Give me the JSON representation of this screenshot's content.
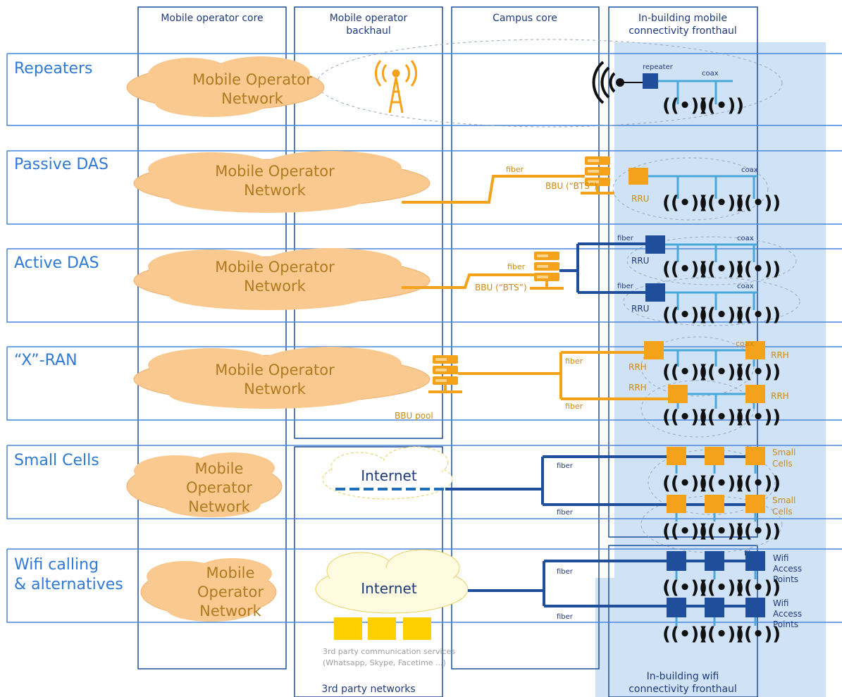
{
  "columns": {
    "mobile_core": [
      "Mobile operator core"
    ],
    "backhaul": [
      "Mobile operator",
      "backhaul"
    ],
    "campus": [
      "Campus core"
    ],
    "fronthaul": [
      "In-building mobile",
      "connectivity fronthaul"
    ],
    "third_party": [
      "3rd party networks"
    ],
    "wifi_fronthaul": [
      "In-building wifi",
      "connectivity fronthaul"
    ]
  },
  "rows": {
    "repeaters": [
      "Repeaters"
    ],
    "passive_das": [
      "Passive DAS"
    ],
    "active_das": [
      "Active DAS"
    ],
    "xran": [
      "“X”-RAN"
    ],
    "small_cells": [
      "Small Cells"
    ],
    "wifi": [
      "Wifi calling",
      "& alternatives"
    ]
  },
  "clouds": {
    "mon_two_line": [
      "Mobile Operator",
      "Network"
    ],
    "mon_three_line": [
      "Mobile",
      "Operator",
      "Network"
    ],
    "internet": "Internet"
  },
  "labels": {
    "repeater": "repeater",
    "coax": "coax",
    "fiber": "fiber",
    "bbu_bts": "BBU (“BTS”)",
    "rru": "RRU",
    "rrh": "RRH",
    "bbu_pool": "BBU pool",
    "small_cells": [
      "Small",
      "Cells"
    ],
    "wifi_ap": [
      "Wifi",
      "Access",
      "Points"
    ],
    "third_party_services": [
      "3rd party communication services",
      "(Whatsapp, Skype, Facetime ...)"
    ],
    "wave_glyph": "((•))"
  },
  "colors": {
    "orange": "#f5a21b",
    "blue_dark": "#1f4e9a",
    "blue_light": "#4aa8d8",
    "cloud_fill": "#f9c98f",
    "internet_fill": "#fffbe0",
    "building": "#cfe2f6"
  }
}
